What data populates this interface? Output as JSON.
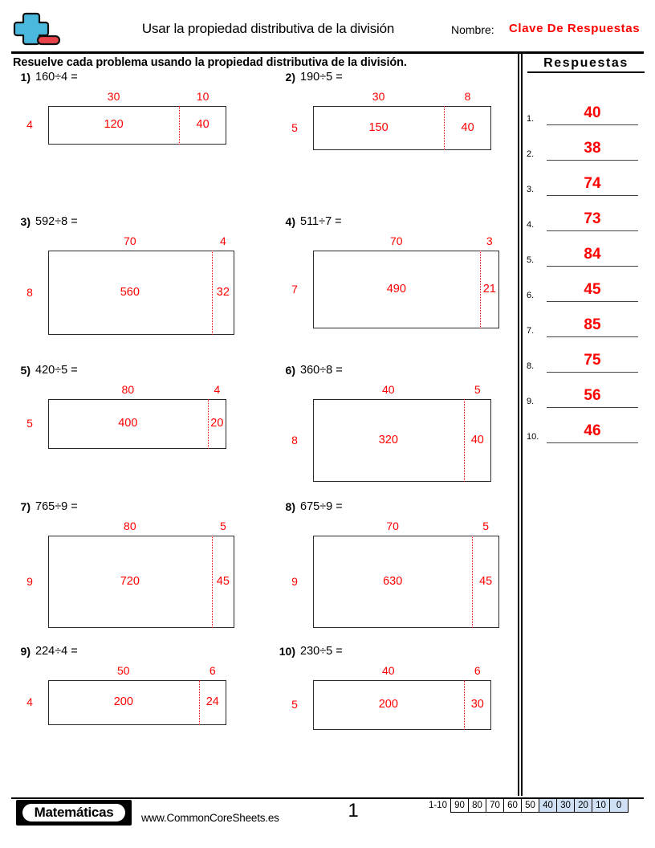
{
  "header": {
    "title": "Usar la propiedad distributiva de la división",
    "name_label": "Nombre:",
    "name_value": "Clave De Respuestas",
    "logo_icon": "plus-minus-logo-icon"
  },
  "instructions": "Resuelve cada problema usando la propiedad distributiva de la división.",
  "problems": [
    {
      "number": "1)",
      "expression": "160÷4 =",
      "divisor": "4",
      "left_label": "30",
      "right_label": "10",
      "left_value": "120",
      "right_value": "40"
    },
    {
      "number": "2)",
      "expression": "190÷5 =",
      "divisor": "5",
      "left_label": "30",
      "right_label": "8",
      "left_value": "150",
      "right_value": "40"
    },
    {
      "number": "3)",
      "expression": "592÷8 =",
      "divisor": "8",
      "left_label": "70",
      "right_label": "4",
      "left_value": "560",
      "right_value": "32"
    },
    {
      "number": "4)",
      "expression": "511÷7 =",
      "divisor": "7",
      "left_label": "70",
      "right_label": "3",
      "left_value": "490",
      "right_value": "21"
    },
    {
      "number": "5)",
      "expression": "420÷5 =",
      "divisor": "5",
      "left_label": "80",
      "right_label": "4",
      "left_value": "400",
      "right_value": "20"
    },
    {
      "number": "6)",
      "expression": "360÷8 =",
      "divisor": "8",
      "left_label": "40",
      "right_label": "5",
      "left_value": "320",
      "right_value": "40"
    },
    {
      "number": "7)",
      "expression": "765÷9 =",
      "divisor": "9",
      "left_label": "80",
      "right_label": "5",
      "left_value": "720",
      "right_value": "45"
    },
    {
      "number": "8)",
      "expression": "675÷9 =",
      "divisor": "9",
      "left_label": "70",
      "right_label": "5",
      "left_value": "630",
      "right_value": "45"
    },
    {
      "number": "9)",
      "expression": "224÷4 =",
      "divisor": "4",
      "left_label": "50",
      "right_label": "6",
      "left_value": "200",
      "right_value": "24"
    },
    {
      "number": "10)",
      "expression": "230÷5 =",
      "divisor": "5",
      "left_label": "40",
      "right_label": "6",
      "left_value": "200",
      "right_value": "30"
    }
  ],
  "answers": {
    "title": "Respuestas",
    "items": [
      {
        "number": "1.",
        "value": "40"
      },
      {
        "number": "2.",
        "value": "38"
      },
      {
        "number": "3.",
        "value": "74"
      },
      {
        "number": "4.",
        "value": "73"
      },
      {
        "number": "5.",
        "value": "84"
      },
      {
        "number": "6.",
        "value": "45"
      },
      {
        "number": "7.",
        "value": "85"
      },
      {
        "number": "8.",
        "value": "75"
      },
      {
        "number": "9.",
        "value": "56"
      },
      {
        "number": "10.",
        "value": "46"
      }
    ]
  },
  "footer": {
    "brand": "Matemáticas",
    "url": "www.CommonCoreSheets.es",
    "page_number": "1",
    "scale_label": "1-10",
    "scale_values": [
      "90",
      "80",
      "70",
      "60",
      "50",
      "40",
      "30",
      "20",
      "10",
      "0"
    ],
    "scale_shaded_from_index": 5
  },
  "colors": {
    "answer_red": "#ff0000",
    "logo_blue": "#4ab8dd",
    "logo_red": "#e8434a",
    "scale_shade": "#cfe0f5"
  }
}
